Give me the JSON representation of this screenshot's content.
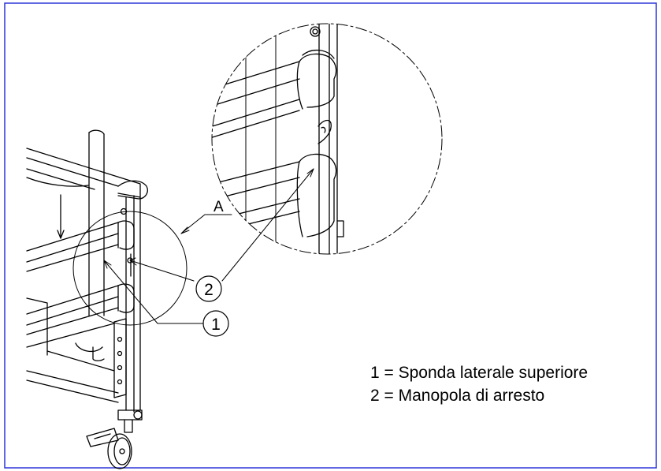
{
  "figure": {
    "border_color": "#2f36d8",
    "callouts": [
      {
        "id": "1",
        "label": "1"
      },
      {
        "id": "2",
        "label": "2"
      }
    ],
    "detail_label": "A",
    "legend": [
      "1 = Sponda laterale superiore",
      "2 = Manopola di arresto"
    ]
  }
}
